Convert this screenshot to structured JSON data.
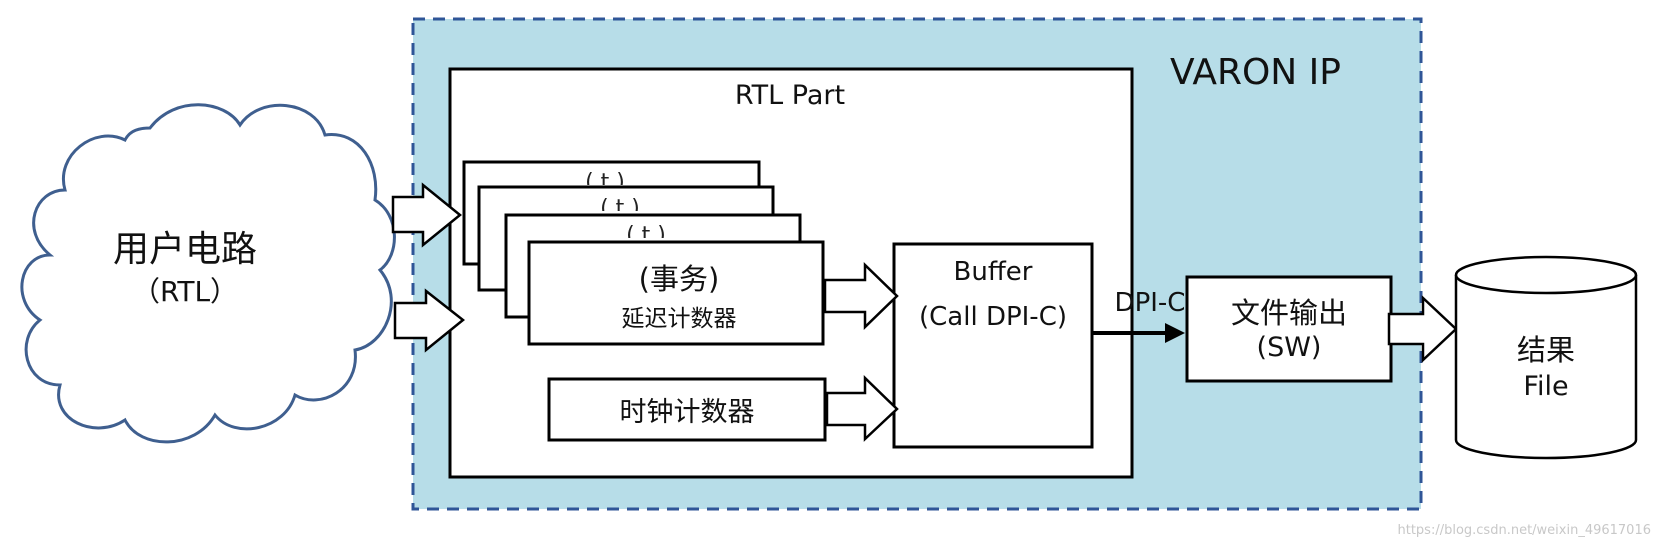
{
  "diagram": {
    "user_cloud": {
      "line1": "用户电路",
      "line2": "（RTL）"
    },
    "varon_ip": {
      "title": "VARON IP"
    },
    "rtl_part": {
      "title": "RTL Part",
      "delay_counter": {
        "line1": "(事务)",
        "line2": "延迟计数器"
      },
      "stacked_label_fragment": "( t     )",
      "clock_counter": {
        "label": "时钟计数器"
      },
      "buffer": {
        "line1": "Buffer",
        "line2": "(Call DPI-C)"
      }
    },
    "dpi_label": "DPI-C",
    "file_output": {
      "line1": "文件输出",
      "line2": "(SW)"
    },
    "result": {
      "line1": "结果",
      "line2": "File"
    },
    "watermark": "https://blog.csdn.net/weixin_49617016"
  },
  "colors": {
    "ip_fill": "#b7dde8",
    "ip_border": "#2f5597",
    "cloud_stroke": "#3f5f8f",
    "box_stroke": "#000000"
  }
}
